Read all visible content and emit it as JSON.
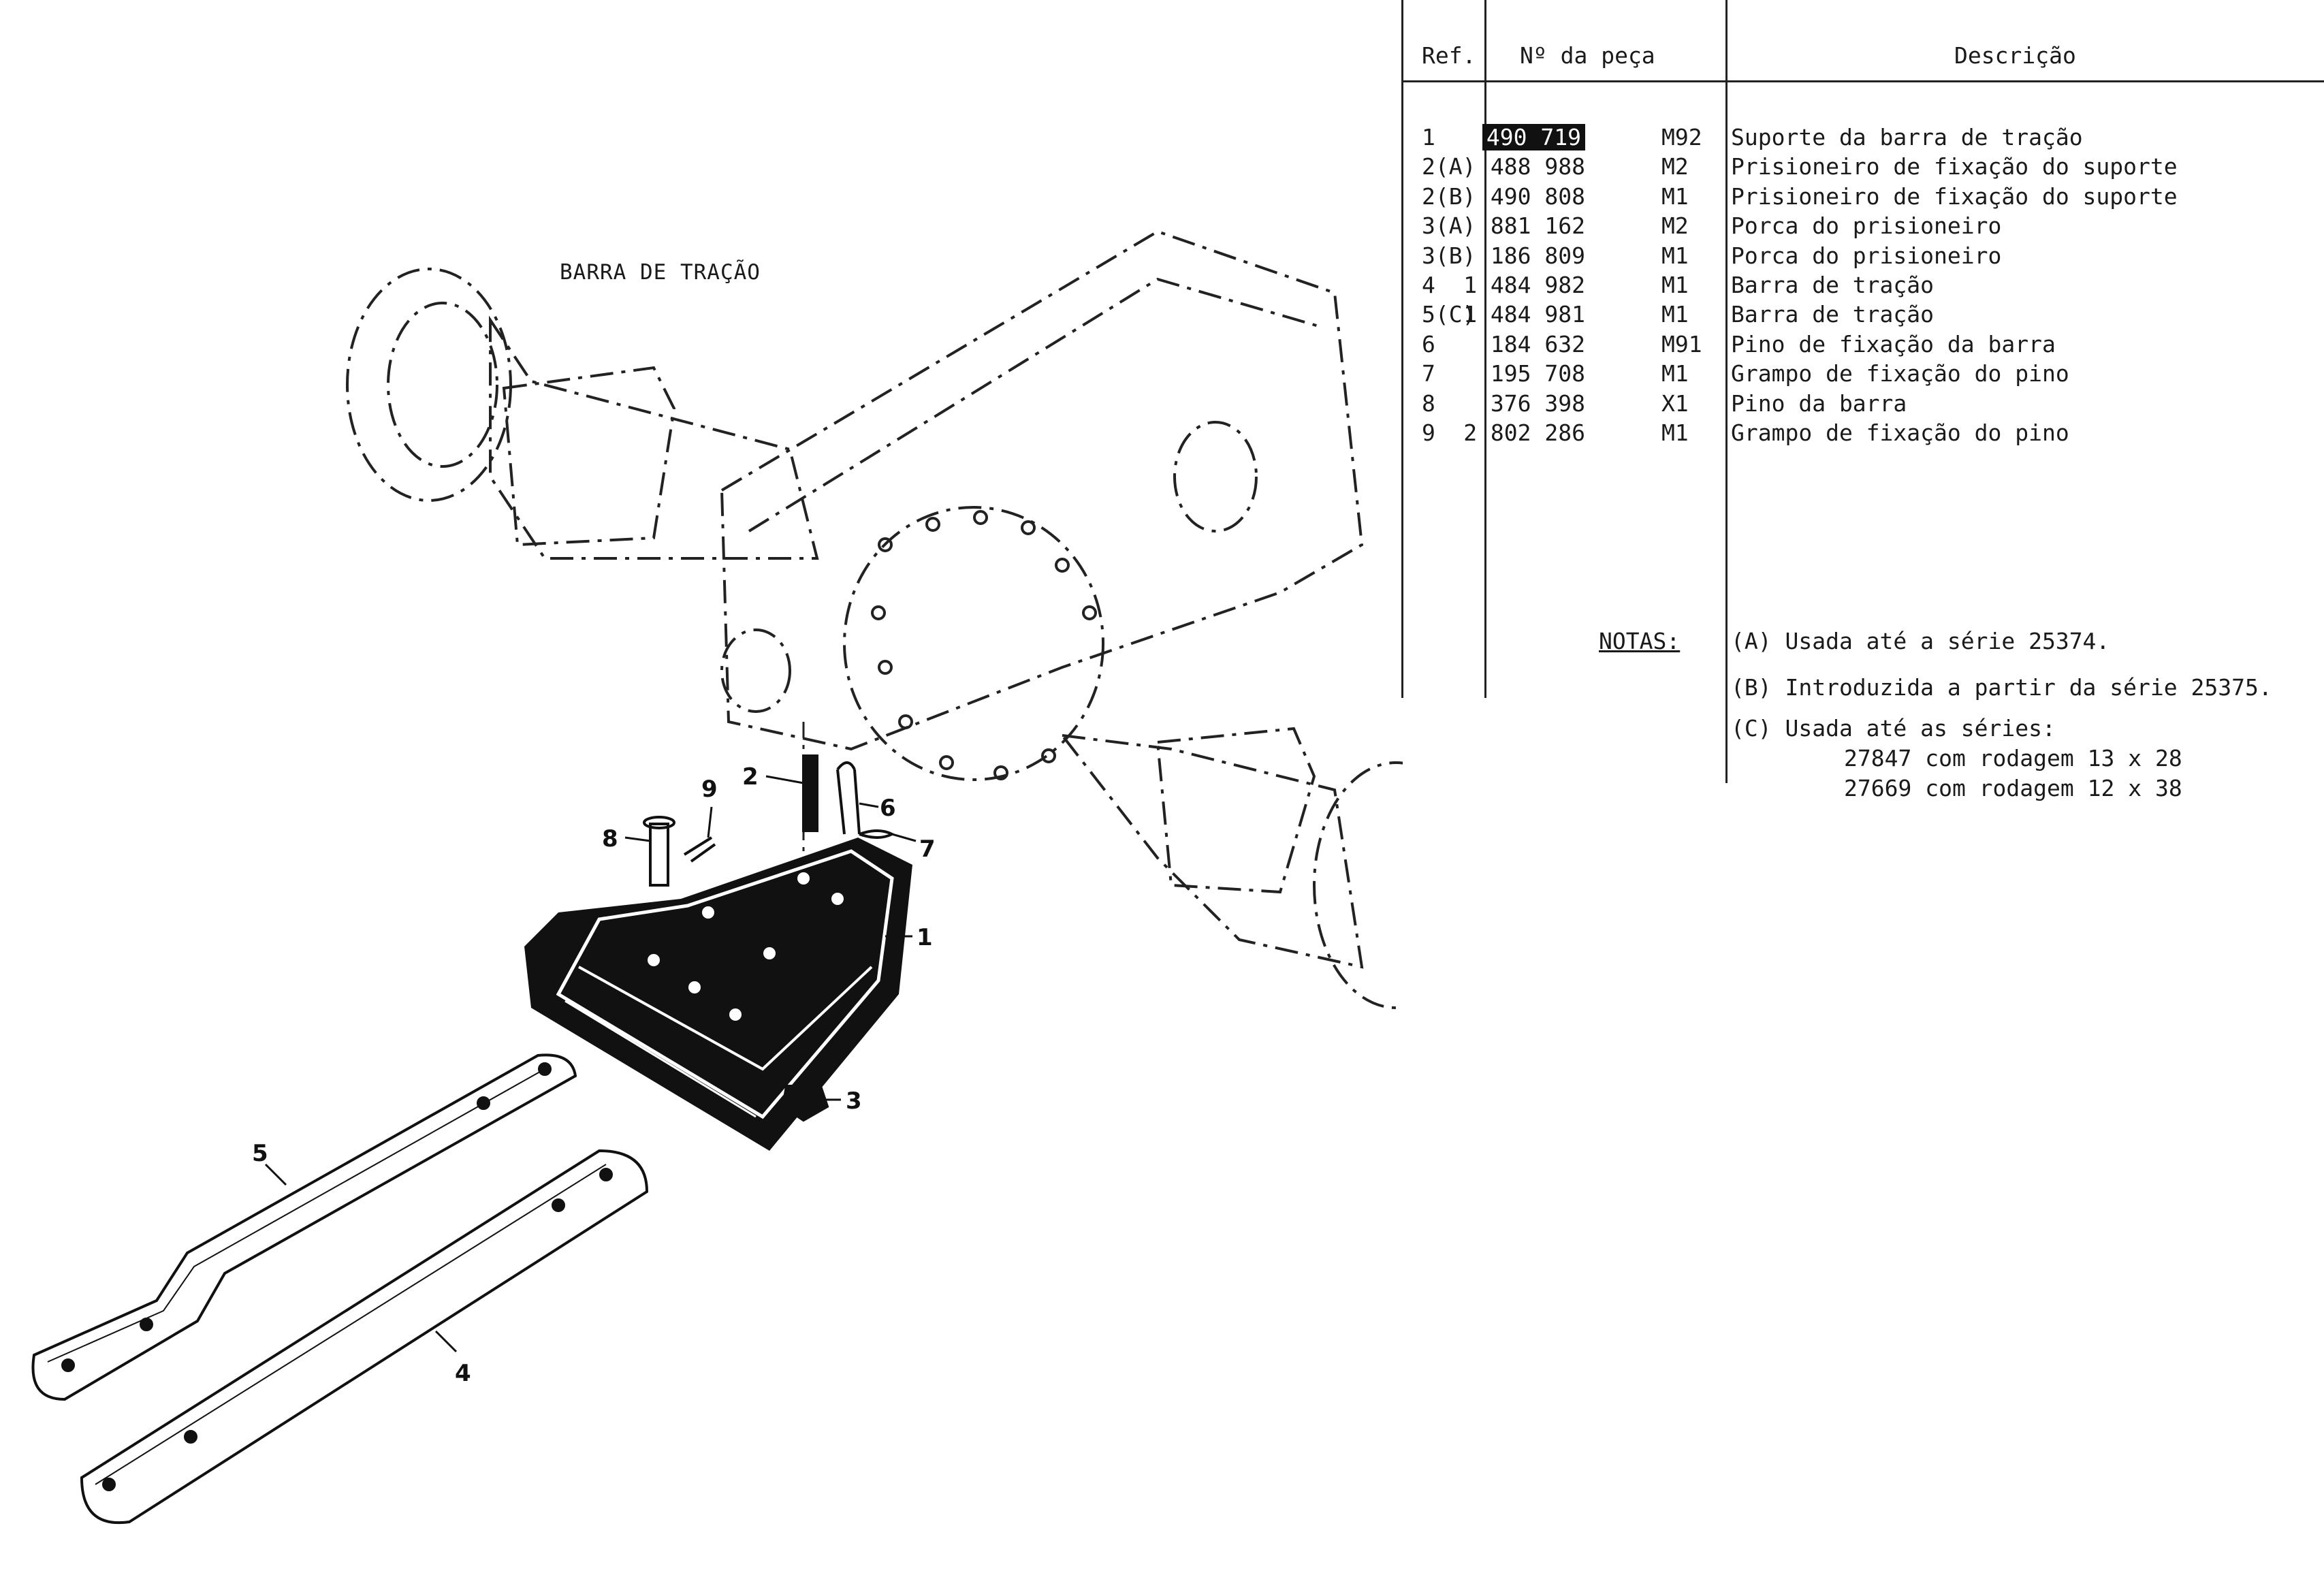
{
  "diagram": {
    "title": "BARRA DE TRAÇÃO",
    "callouts": [
      "1",
      "2",
      "3",
      "4",
      "5",
      "6",
      "7",
      "8",
      "9"
    ]
  },
  "table": {
    "headers": {
      "ref": "Ref.",
      "part_number": "Nº da peça",
      "description": "Descrição"
    },
    "rows": [
      {
        "ref": "1",
        "number": "490 719",
        "suffix": "M92",
        "description": "Suporte da barra de tração",
        "highlighted": true
      },
      {
        "ref": "2(A)",
        "number": "488 988",
        "suffix": "M2",
        "description": "Prisioneiro de fixação do suporte"
      },
      {
        "ref": "2(B)",
        "number": "490 808",
        "suffix": "M1",
        "description": "Prisioneiro de fixação do suporte"
      },
      {
        "ref": "3(A)",
        "number": "881 162",
        "suffix": "M2",
        "description": "Porca do prisioneiro"
      },
      {
        "ref": "3(B)",
        "number": "186 809",
        "suffix": "M1",
        "description": "Porca do prisioneiro"
      },
      {
        "ref": "4",
        "number": "1 484 982",
        "suffix": "M1",
        "description": "Barra de tração"
      },
      {
        "ref": "5(C)",
        "number": "1 484 981",
        "suffix": "M1",
        "description": "Barra de tração"
      },
      {
        "ref": "6",
        "number": "184 632",
        "suffix": "M91",
        "description": "Pino de fixação da barra"
      },
      {
        "ref": "7",
        "number": "195 708",
        "suffix": "M1",
        "description": "Grampo de fixação do pino"
      },
      {
        "ref": "8",
        "number": "376 398",
        "suffix": "X1",
        "description": "Pino da barra"
      },
      {
        "ref": "9",
        "number": "2 802 286",
        "suffix": "M1",
        "description": "Grampo de fixação do pino"
      }
    ]
  },
  "notes": {
    "label": "NOTAS:",
    "items": [
      "(A) Usada até a série 25374.",
      "(B) Introduzida a partir da série 25375.",
      "(C) Usada até as séries:"
    ],
    "sub_items": [
      "27847 com rodagem 13 x 28",
      "27669 com rodagem 12 x 38"
    ]
  }
}
